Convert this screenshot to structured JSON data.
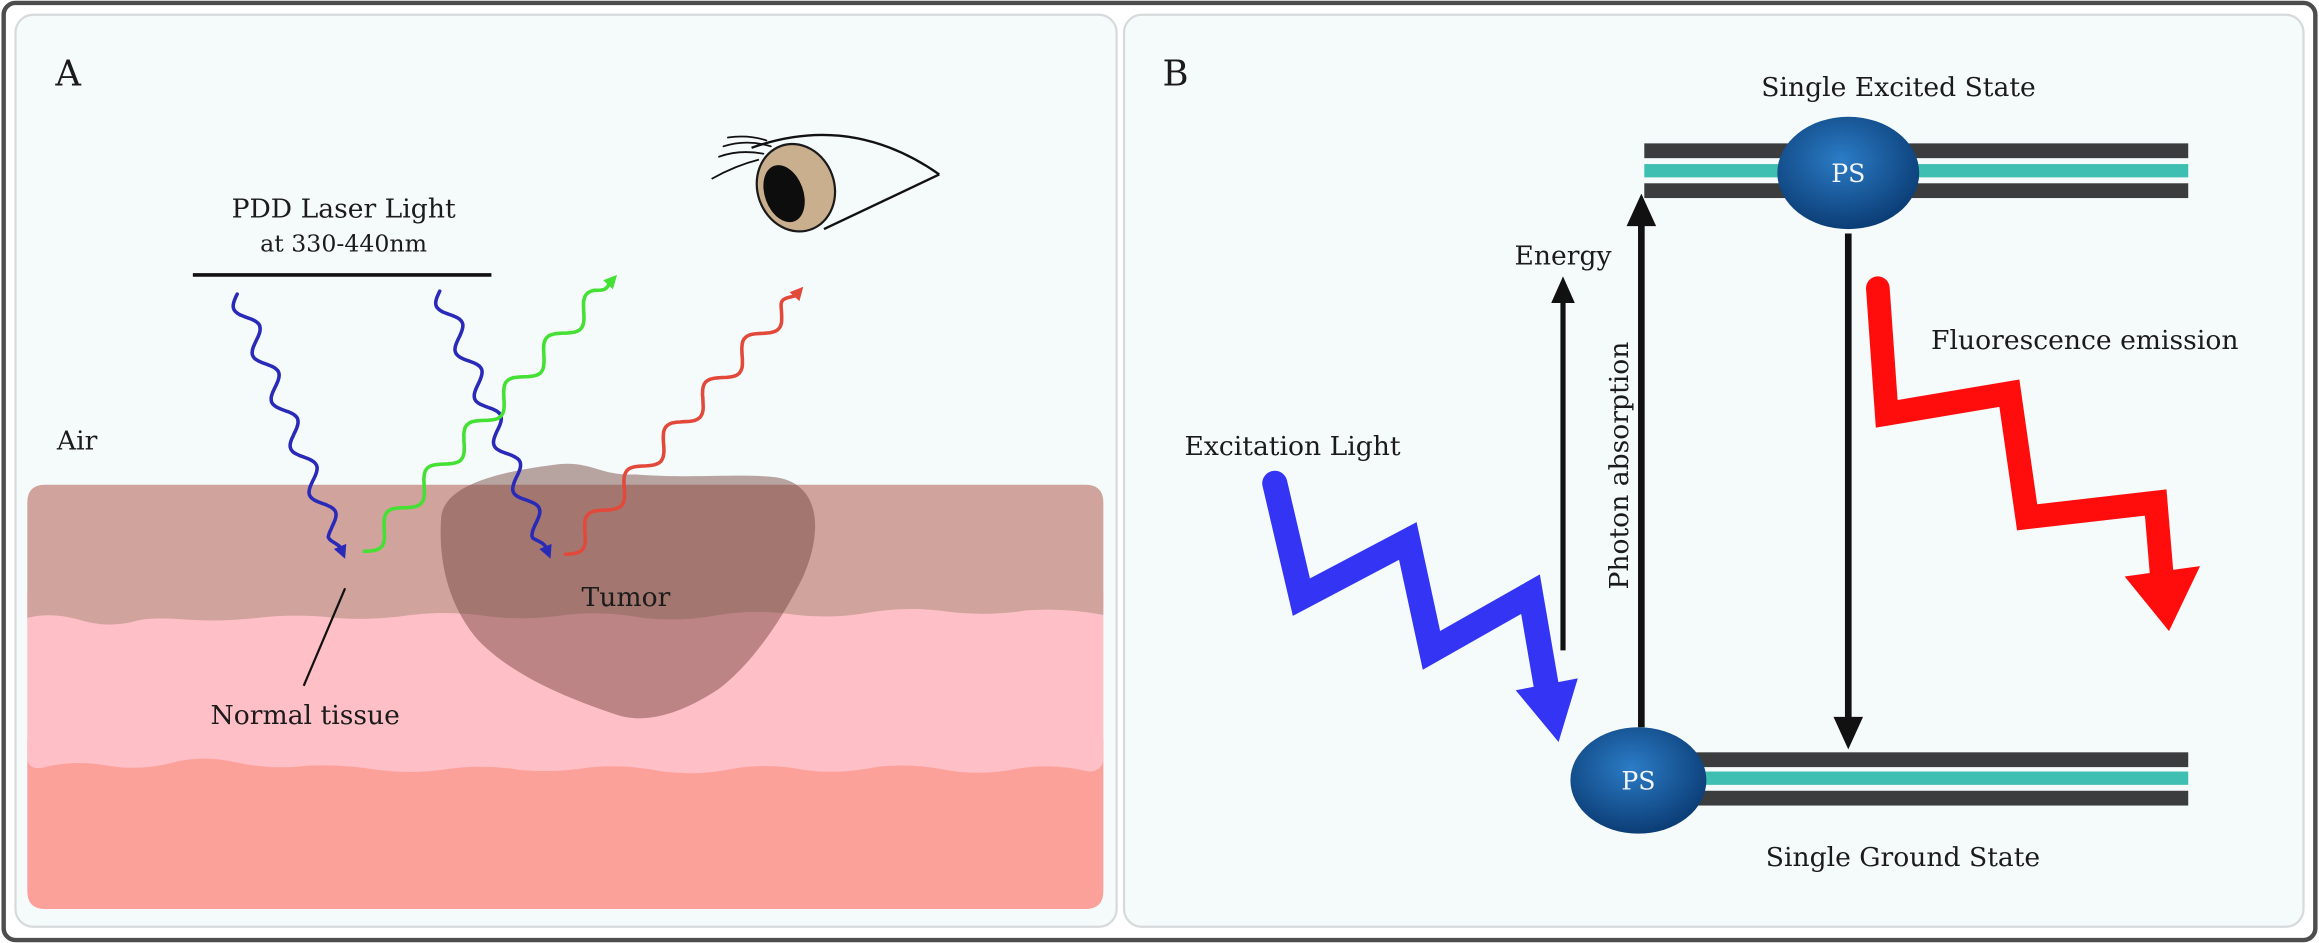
{
  "panel_a": {
    "label": "A",
    "laser_title": "PDD Laser Light",
    "laser_wavelength": "at 330-440nm",
    "air_label": "Air",
    "tumor_label": "Tumor",
    "normal_tissue_label": "Normal tissue",
    "observer_icon": "eye-icon"
  },
  "panel_b": {
    "label": "B",
    "excited_state_label": "Single Excited State",
    "ground_state_label": "Single Ground State",
    "ps_excited_label": "PS",
    "ps_ground_label": "PS",
    "energy_label": "Energy",
    "photon_absorption_label": "Photon absorption",
    "excitation_light_label": "Excitation Light",
    "fluorescence_label": "Fluorescence emission"
  },
  "colors": {
    "frame": "#4d4d4d",
    "panel_bg": "#f5fafb",
    "tissue_top": "#d0a39d",
    "tissue_middle": "#ffbfc6",
    "tissue_bottom": "#fca19a",
    "tumor": "#74463c",
    "ray_violet": "#2a2ab8",
    "ray_green": "#44e033",
    "ray_red": "#e3493b",
    "iris": "#c9af8e",
    "band_dark": "#3a3c3e",
    "band_teal": "#3fbfb1",
    "ps_light": "#2b7cc6",
    "ps_dark": "#0a3a72",
    "excitation_arrow": "#3434f5",
    "fluorescence_arrow": "#ff0c0c"
  }
}
